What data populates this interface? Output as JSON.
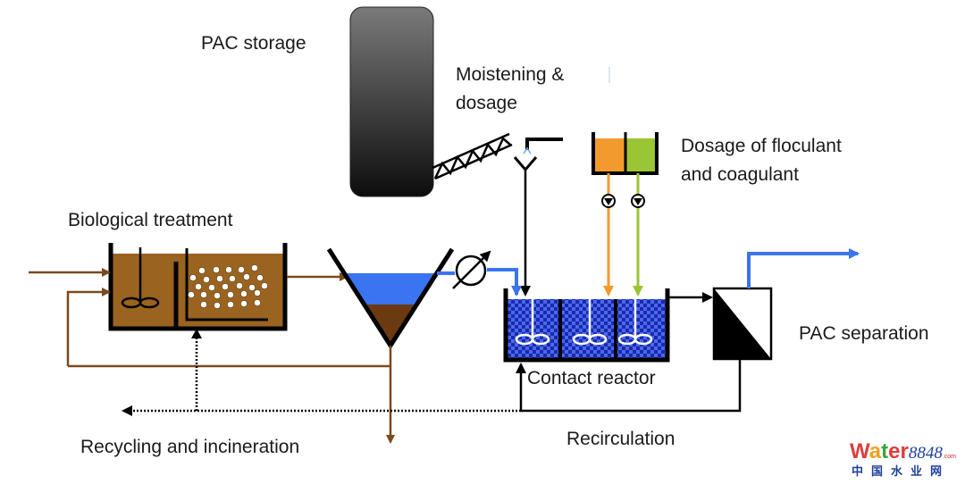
{
  "diagram": {
    "title": "PAC adsorption process flow",
    "labels": {
      "pac_storage": "PAC storage",
      "moistening_line1": "Moistening &",
      "moistening_line2": "dosage",
      "dosage_line1": "Dosage of floculant",
      "dosage_line2": "and coagulant",
      "biological_treatment": "Biological treatment",
      "contact_reactor": "Contact reactor",
      "pac_separation": "PAC separation",
      "recycling": "Recycling and incineration",
      "recirculation": "Recirculation"
    },
    "colors": {
      "sludge_brown": "#9a6420",
      "line_brown": "#7a4a1e",
      "water_blue": "#3b74f0",
      "sediment_brown": "#6b3a10",
      "reactor_blue": "#2a3fcf",
      "flocculant_orange": "#f39a2e",
      "coagulant_green": "#9ac534",
      "silo_top": "#777777",
      "silo_bottom": "#111111"
    },
    "icons": [
      "silo-icon",
      "screw-conveyor-icon",
      "funnel-icon",
      "dosing-tank-icon",
      "pump-icon",
      "mixer-icon",
      "aeration-bubbles-icon",
      "settling-cone-icon",
      "flow-meter-icon",
      "membrane-filter-icon"
    ]
  },
  "watermark": {
    "brand_w": "W",
    "brand_a": "a",
    "brand_t": "t",
    "brand_er": "er",
    "brand_num": "8848",
    "brand_com": ".com",
    "brand_cn": "中国水业网"
  }
}
